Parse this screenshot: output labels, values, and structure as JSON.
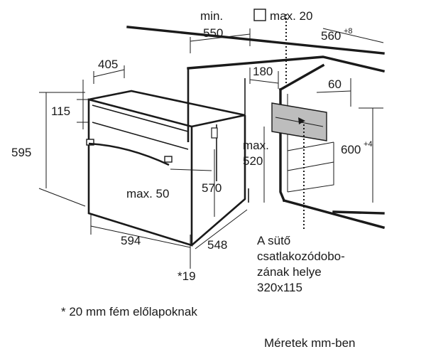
{
  "labels": {
    "min_label": "min.",
    "d550": "550",
    "max20": "max. 20",
    "d560": "560",
    "d560_sup": "+8",
    "d405": "405",
    "d180": "180",
    "d115": "115",
    "d60": "60",
    "d595": "595",
    "d600": "600",
    "d600_sup": "+4",
    "max_label": "max.",
    "d520": "520",
    "max50": "max. 50",
    "d570": "570",
    "d594": "594",
    "d548": "548",
    "d19": "*19"
  },
  "notes": {
    "socket_1": "A sütő",
    "socket_2": "csatlakozódobo-",
    "socket_3": "zának helye",
    "socket_4": "320x115",
    "footnote": "* 20 mm fém előlapoknak",
    "units": "Méretek mm-ben"
  }
}
